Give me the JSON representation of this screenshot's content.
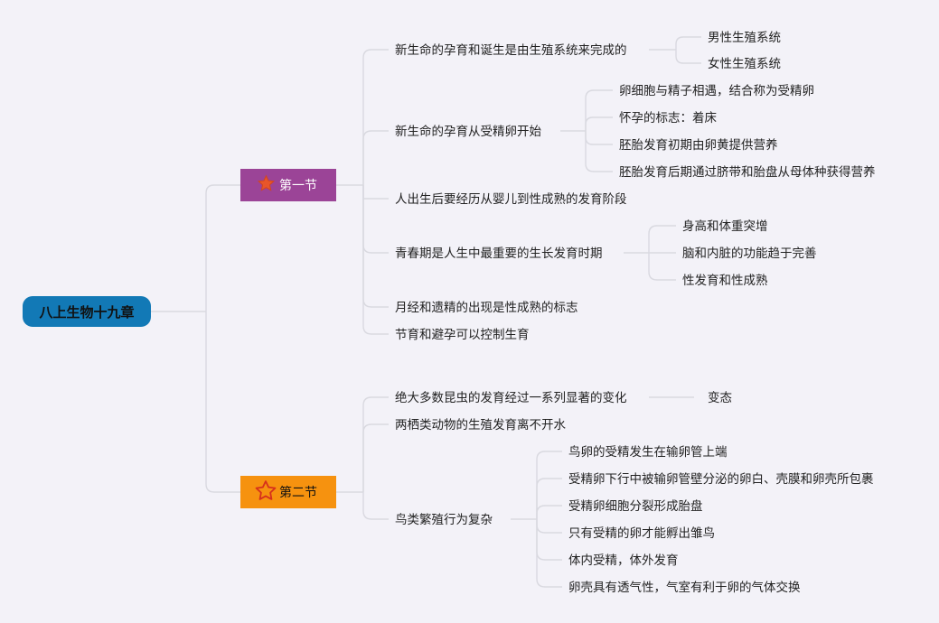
{
  "root": {
    "label": "八上生物十九章"
  },
  "sections": [
    {
      "label": "第一节",
      "icon": "star-filled-icon",
      "color": "#9b4497",
      "items": [
        {
          "text": "新生命的孕育和诞生是由生殖系统来完成的",
          "children": [
            "男性生殖系统",
            "女性生殖系统"
          ]
        },
        {
          "text": "新生命的孕育从受精卵开始",
          "children": [
            "卵细胞与精子相遇，结合称为受精卵",
            "怀孕的标志：着床",
            "胚胎发育初期由卵黄提供营养",
            "胚胎发育后期通过脐带和胎盘从母体种获得营养"
          ]
        },
        {
          "text": "人出生后要经历从婴儿到性成熟的发育阶段",
          "children": []
        },
        {
          "text": "青春期是人生中最重要的生长发育时期",
          "children": [
            "身高和体重突增",
            "脑和内脏的功能趋于完善",
            "性发育和性成熟"
          ]
        },
        {
          "text": "月经和遗精的出现是性成熟的标志",
          "children": []
        },
        {
          "text": "节育和避孕可以控制生育",
          "children": []
        }
      ]
    },
    {
      "label": "第二节",
      "icon": "star-outline-icon",
      "color": "#f6920f",
      "items": [
        {
          "text": "绝大多数昆虫的发育经过一系列显著的变化",
          "children": [
            "变态"
          ]
        },
        {
          "text": "两栖类动物的生殖发育离不开水",
          "children": []
        },
        {
          "text": "鸟类繁殖行为复杂",
          "children": [
            "鸟卵的受精发生在输卵管上端",
            "受精卵下行中被输卵管壁分泌的卵白、壳膜和卵壳所包裹",
            "受精卵细胞分裂形成胎盘",
            "只有受精的卵才能孵出雏鸟",
            "体内受精，体外发育",
            "卵壳具有透气性，气室有利于卵的气体交换"
          ]
        }
      ]
    }
  ]
}
